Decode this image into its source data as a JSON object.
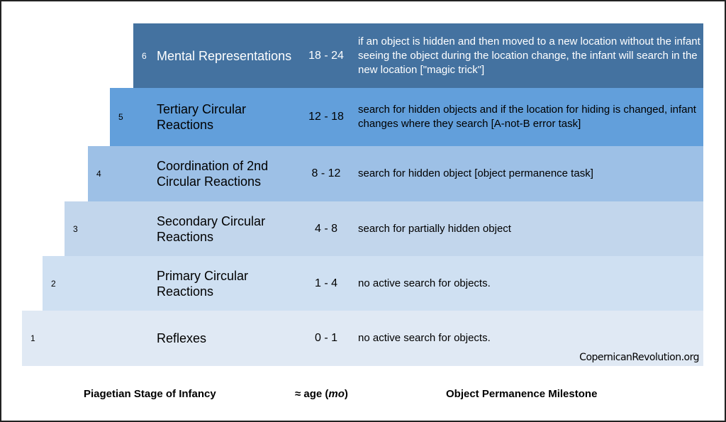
{
  "stages": [
    {
      "number": "6",
      "name": "Mental Representations",
      "age": "18 - 24",
      "milestone": "if an object is hidden and then moved to a new location without the infant seeing the object during the location change, the infant will search in the new location [\"magic trick\"]",
      "color": "#4472a0",
      "text_color": "#ffffff"
    },
    {
      "number": "5",
      "name": "Tertiary Circular Reactions",
      "age": "12 - 18",
      "milestone": "search for hidden objects and if the location for hiding is changed, infant changes where they search [A-not-B error task]",
      "color": "#629fdb",
      "text_color": "#000000"
    },
    {
      "number": "4",
      "name": "Coordination of 2nd Circular Reactions",
      "age": "8 - 12",
      "milestone": "search for hidden object [object permanence task]",
      "color": "#9dc0e6",
      "text_color": "#000000"
    },
    {
      "number": "3",
      "name": "Secondary Circular Reactions",
      "age": "4 - 8",
      "milestone": "search for partially hidden object",
      "color": "#c2d6ec",
      "text_color": "#000000"
    },
    {
      "number": "2",
      "name": "Primary Circular Reactions",
      "age": "1 - 4",
      "milestone": "no active search for objects.",
      "color": "#cfe0f2",
      "text_color": "#000000"
    },
    {
      "number": "1",
      "name": "Reflexes",
      "age": "0 - 1",
      "milestone": "no active search for objects.",
      "color": "#e0e9f4",
      "text_color": "#000000"
    }
  ],
  "credit": "CopernicanRevolution.org",
  "footer": {
    "stage_label": "Piagetian Stage of Infancy",
    "age_prefix": "≈ age (",
    "age_unit": "mo",
    "age_suffix": ")",
    "milestone_label": "Object Permanence Milestone"
  }
}
